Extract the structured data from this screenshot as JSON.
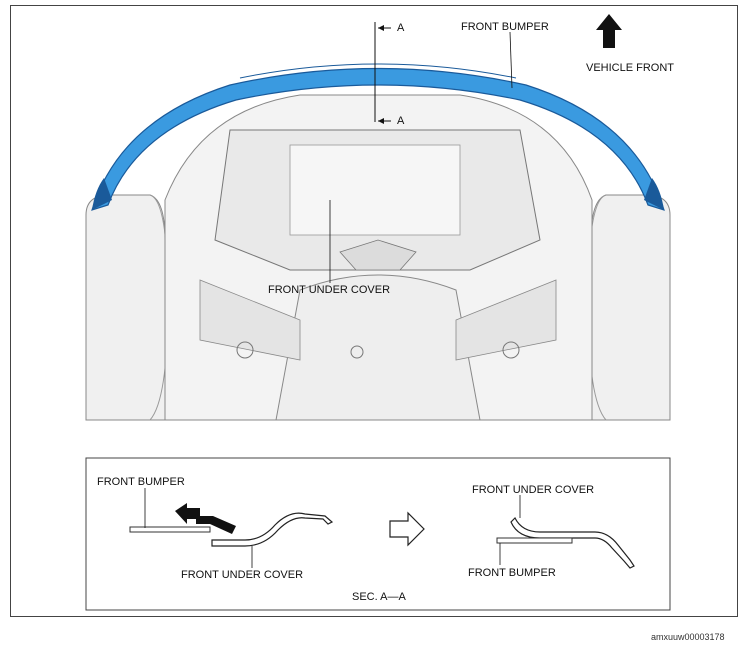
{
  "labels": {
    "section_marker_top": "A",
    "section_marker_bottom": "A",
    "front_bumper": "FRONT BUMPER",
    "vehicle_front": "VEHICLE FRONT",
    "front_under_cover": "FRONT UNDER COVER",
    "sec_front_bumper_left": "FRONT BUMPER",
    "sec_front_under_cover_left": "FRONT UNDER COVER",
    "sec_front_under_cover_right": "FRONT UNDER COVER",
    "sec_front_bumper_right": "FRONT BUMPER",
    "section_title": "SEC. A—A"
  },
  "figure_code": "amxuuw00003178",
  "colors": {
    "bumper_blue": "#3a9ae0",
    "bumper_dark": "#1a5a9a",
    "under_gray": "#e8e8e8",
    "line": "#222222"
  },
  "icons": [
    "vehicle-front-arrow-icon",
    "section-arrow-icon",
    "removal-direction-arrow-icon",
    "transition-arrow-icon"
  ]
}
